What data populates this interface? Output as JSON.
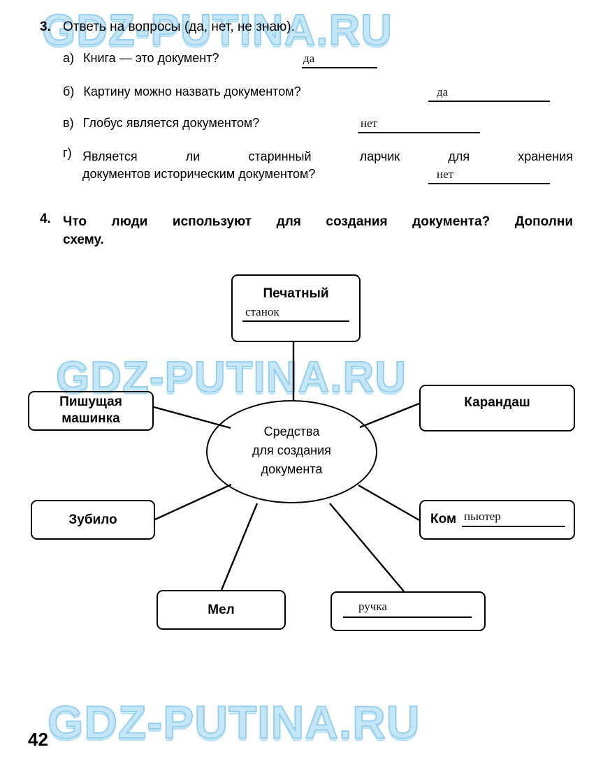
{
  "page": {
    "number": "42",
    "watermark": "GDZ-PUTINA.RU"
  },
  "exercise3": {
    "number": "3.",
    "prompt": "Ответь на вопросы (да, нет, не знаю).",
    "questions": [
      {
        "letter": "а)",
        "text": "Книга — это документ?",
        "answer": "да"
      },
      {
        "letter": "б)",
        "text": "Картину можно назвать документом?",
        "answer": "да"
      },
      {
        "letter": "в)",
        "text": "Глобус является документом?",
        "answer": "нет"
      },
      {
        "letter": "г)",
        "line1": "Является ли старинный ларчик для хранения",
        "line2": "документов историческим документом?",
        "answer": "нет"
      }
    ]
  },
  "exercise4": {
    "number": "4.",
    "prompt_line1": "Что люди используют для создания документа? Дополни",
    "prompt_line2": "схему."
  },
  "diagram": {
    "center": {
      "line1": "Средства",
      "line2": "для  создания",
      "line3": "документа"
    },
    "nodes": [
      {
        "id": "pechatnyy-stanok",
        "printed": "Печатный",
        "answer": "станок"
      },
      {
        "id": "pishushchaya-mashinka",
        "printed_line1": "Пишущая",
        "printed_line2": "машинка",
        "answer": ""
      },
      {
        "id": "karandash",
        "printed": "Карандаш",
        "answer": ""
      },
      {
        "id": "zubilo",
        "printed": "Зубило",
        "answer": ""
      },
      {
        "id": "kompyuter",
        "printed": "Ком",
        "answer": "пьютер"
      },
      {
        "id": "mel",
        "printed": "Мел",
        "answer": ""
      },
      {
        "id": "ruchka",
        "printed": "",
        "answer": "ручка"
      }
    ]
  }
}
